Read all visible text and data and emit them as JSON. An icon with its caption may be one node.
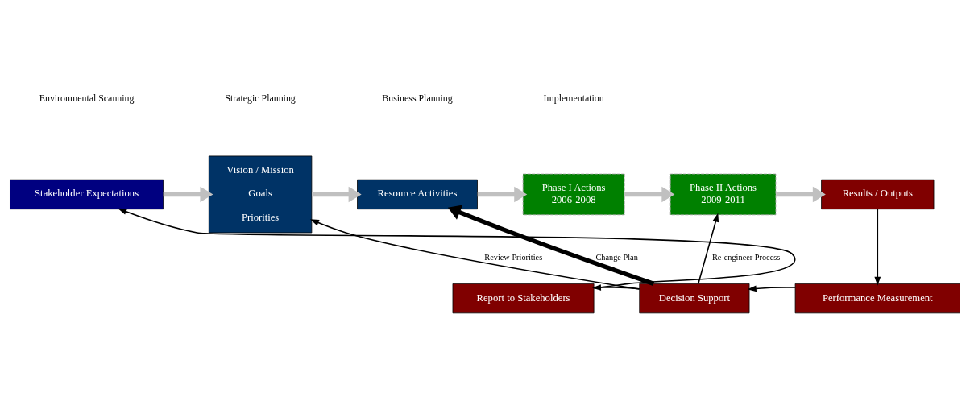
{
  "diagram": {
    "nodes": [
      {
        "text": [
          "Stakeholder Expectations"
        ]
      },
      {
        "text": [
          "Vision / Mission",
          "Goals",
          "Priorities"
        ]
      },
      {
        "text": [
          "Resource Activities"
        ]
      },
      {
        "text": [
          "Phase I Actions",
          "2006-2008"
        ]
      },
      {
        "text": [
          "Phase II Actions",
          "2009-2011"
        ]
      },
      {
        "text": [
          "Results / Outputs"
        ]
      },
      {
        "text": [
          "Performance Measurement"
        ]
      },
      {
        "text": [
          "Decision Support"
        ]
      },
      {
        "text": [
          "Report to Stakeholders"
        ]
      }
    ],
    "edges": [
      {
        "from": 0,
        "to": 1,
        "arrow": "to",
        "color": "#c0c0c0",
        "style": "thick"
      },
      {
        "from": 1,
        "to": 2,
        "arrow": "to",
        "color": "#c0c0c0",
        "style": "thick"
      },
      {
        "from": 2,
        "to": 3,
        "arrow": "to",
        "color": "#c0c0c0",
        "style": "thick"
      },
      {
        "from": 3,
        "to": 4,
        "arrow": "to",
        "color": "#c0c0c0",
        "style": "thick"
      },
      {
        "from": 4,
        "to": 5,
        "arrow": "to",
        "color": "#c0c0c0",
        "style": "thick"
      },
      {
        "from": 5,
        "to": 6,
        "arrow": "to"
      },
      {
        "from": 6,
        "to": 7,
        "arrow": "to"
      },
      {
        "from": 7,
        "to": 8,
        "arrow": "to"
      },
      {
        "from": 8,
        "to": 0,
        "arrow": "to"
      },
      {
        "from": 7,
        "to": 1,
        "arrow": "to",
        "label": "Review Priorities"
      },
      {
        "from": 7,
        "to": 2,
        "arrow": "to",
        "label": "Change Plan",
        "style": "thick"
      },
      {
        "from": 7,
        "to": 4,
        "arrow": "to",
        "label": "Re-engineer Process"
      }
    ],
    "labels": [
      "Environmental Scanning",
      "Strategic Planning",
      "Business Planning",
      "Implementation"
    ]
  }
}
